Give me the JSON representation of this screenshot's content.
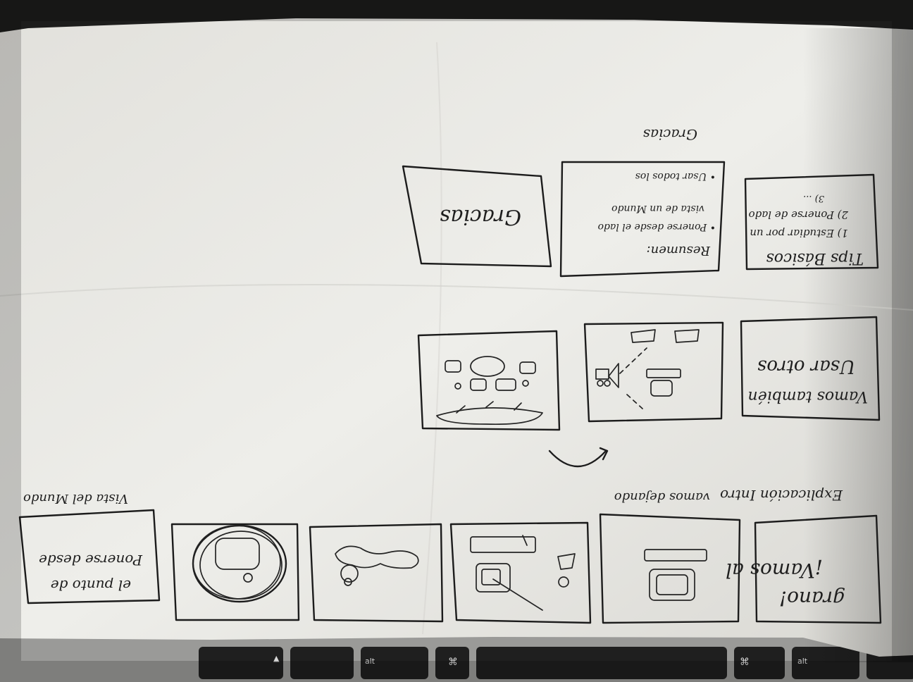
{
  "photo": {
    "subject": "hand-drawn storyboard sketch on paper",
    "paper_color": "#e9e8e4",
    "ink_color": "#1c1c1c",
    "keyboard_color": "#202020"
  },
  "storyboard": {
    "top_row": {
      "panel_1": {
        "lines": [
          "¡Vamos al",
          "grano!"
        ]
      },
      "panel_2": {
        "lines": []
      },
      "panel_3": {
        "lines": []
      },
      "panel_4": {
        "lines": []
      },
      "panel_5": {
        "lines": []
      },
      "panel_6": {
        "lines": [
          "Ponerse desde",
          "el punto de"
        ]
      },
      "caption_left": "Explicación Intro",
      "caption_middle": "vamos dejando",
      "caption_right": "Vista del Mundo"
    },
    "middle_row": {
      "panel_1": {
        "lines": [
          "Usar otros",
          "Vamos también"
        ]
      },
      "panel_2": {
        "lines": []
      },
      "panel_3": {
        "lines": []
      }
    },
    "bottom_row": {
      "panel_1": {
        "lines": [
          "Tips Básicos",
          "1) Estudiar por un",
          "2) Ponerse de lado",
          "3) ..."
        ]
      },
      "panel_2": {
        "lines": [
          "Resumen:",
          "• Ponerse desde el lado",
          "vista de un Mundo",
          "• Usar todos los"
        ]
      },
      "panel_3": {
        "lines": [
          "Gracias"
        ]
      },
      "caption": "Gracias"
    }
  },
  "keyboard": {
    "keys": [
      "alt",
      "⌘",
      "⌘",
      "alt",
      "▲"
    ]
  }
}
